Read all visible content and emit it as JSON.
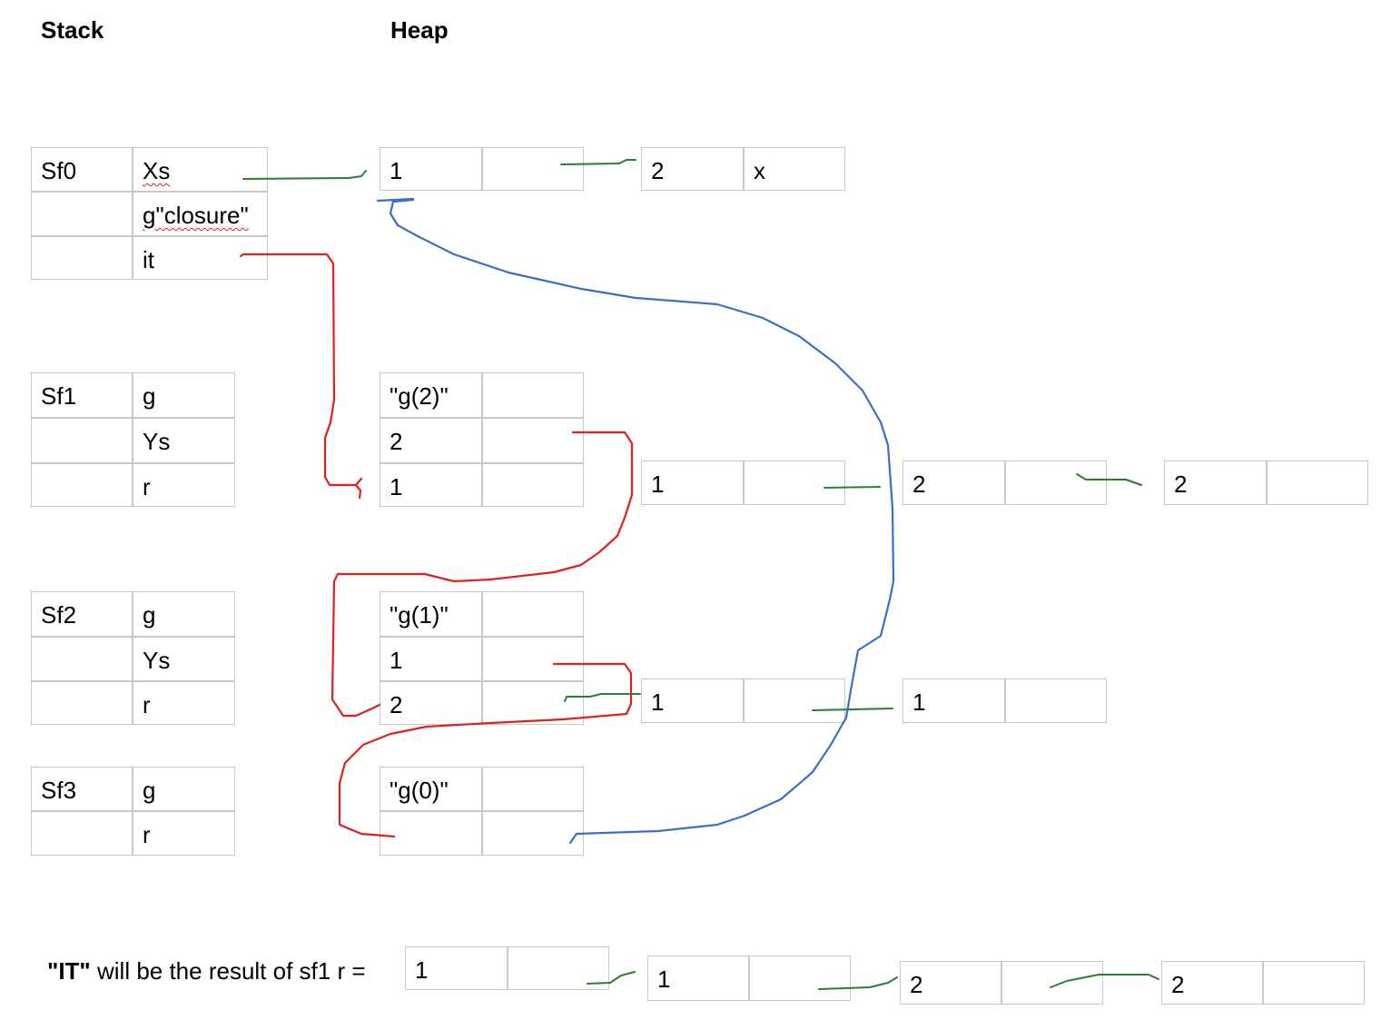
{
  "headings": {
    "stack": "Stack",
    "heap": "Heap"
  },
  "stack_frames": [
    {
      "name": "Sf0",
      "vars": [
        "Xs",
        "g\"closure\"",
        "it"
      ]
    },
    {
      "name": "Sf1",
      "vars": [
        "g",
        "Ys",
        "r"
      ]
    },
    {
      "name": "Sf2",
      "vars": [
        "g",
        "Ys",
        "r"
      ]
    },
    {
      "name": "Sf3",
      "vars": [
        "g",
        "r"
      ]
    }
  ],
  "heap_frames": [
    {
      "rows": [
        "\"g(2)\"",
        "2",
        "1"
      ]
    },
    {
      "rows": [
        "\"g(1)\"",
        "1",
        "2"
      ]
    },
    {
      "rows": [
        "\"g(0)\"",
        ""
      ]
    }
  ],
  "list_nodes": {
    "xs_1": "1",
    "xs_2": "2",
    "xs_nil": "x",
    "r1_a": "1",
    "r1_b": "2",
    "r1_c": "2",
    "r2_a": "1",
    "r2_b": "1",
    "res_a": "1",
    "res_b": "1",
    "res_c": "2",
    "res_d": "2"
  },
  "result": {
    "prefix": "\"IT\"",
    "text": " will be the result of sf1 r ="
  },
  "colors": {
    "stack_pointer": "#e02020",
    "list_link": "#2e7d32",
    "closure": "#3a6fc4"
  }
}
